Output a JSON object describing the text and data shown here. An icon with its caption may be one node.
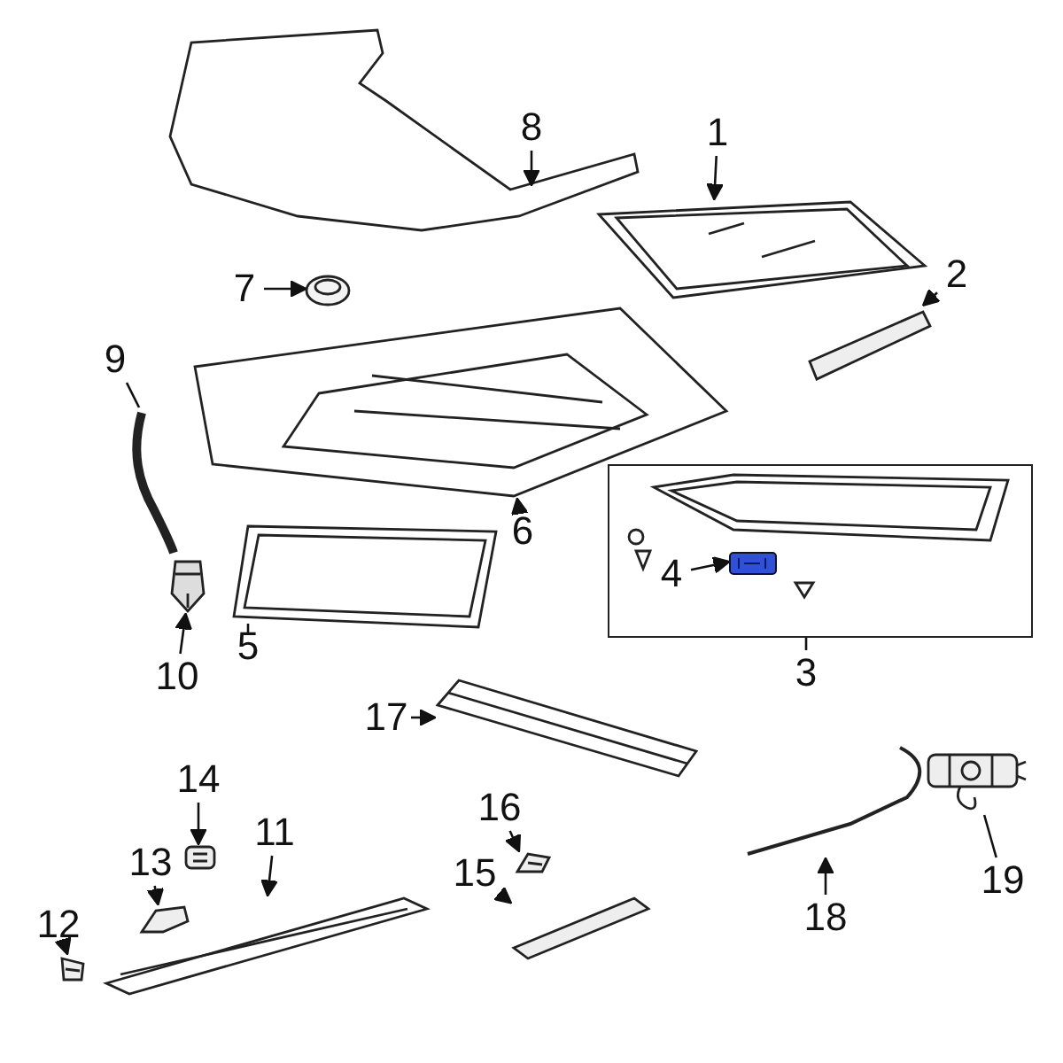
{
  "diagram": {
    "nodes": [
      {
        "text": [
          "1"
        ]
      },
      {
        "text": [
          "2"
        ]
      },
      {
        "text": [
          "3"
        ]
      },
      {
        "text": [
          "4"
        ],
        "in": 21
      },
      {
        "text": [
          "5"
        ]
      },
      {
        "text": [
          "6"
        ]
      },
      {
        "text": [
          "7"
        ]
      },
      {
        "text": [
          "8"
        ]
      },
      {
        "text": [
          "9"
        ]
      },
      {
        "text": [
          "10"
        ]
      },
      {
        "text": [
          "11"
        ]
      },
      {
        "text": [
          "12"
        ]
      },
      {
        "text": [
          "13"
        ]
      },
      {
        "text": [
          "14"
        ]
      },
      {
        "text": [
          "15"
        ]
      },
      {
        "text": [
          "16"
        ]
      },
      {
        "text": [
          "17"
        ]
      },
      {
        "text": [
          "18"
        ]
      },
      {
        "text": [
          "19"
        ]
      },
      {
        "text": [],
        "shape": "picture"
      },
      {
        "text": [],
        "shape": "picture"
      },
      {
        "text": [],
        "shape": "box"
      },
      {
        "text": [],
        "shape": "picture",
        "in": 21
      },
      {
        "text": [],
        "shape": "picture"
      },
      {
        "text": [],
        "shape": "picture"
      },
      {
        "text": [],
        "shape": "picture"
      },
      {
        "text": [],
        "shape": "picture"
      },
      {
        "text": [],
        "shape": "picture"
      },
      {
        "text": [],
        "shape": "picture"
      },
      {
        "text": [],
        "shape": "picture"
      },
      {
        "text": [],
        "shape": "picture"
      },
      {
        "text": [],
        "shape": "picture"
      },
      {
        "text": [],
        "shape": "picture"
      },
      {
        "text": [],
        "shape": "picture"
      },
      {
        "text": [],
        "shape": "picture"
      },
      {
        "text": [],
        "shape": "picture"
      },
      {
        "text": [],
        "shape": "picture"
      },
      {
        "text": [],
        "shape": "picture"
      }
    ],
    "edges": [
      {
        "from": 0,
        "to": 19,
        "arrow": "to"
      },
      {
        "from": 1,
        "to": 20,
        "arrow": "to"
      },
      {
        "from": 2,
        "to": 21,
        "arrow": "none"
      },
      {
        "from": 3,
        "to": 22,
        "arrow": "to"
      },
      {
        "from": 4,
        "to": 23,
        "arrow": "none"
      },
      {
        "from": 5,
        "to": 24,
        "arrow": "to"
      },
      {
        "from": 6,
        "to": 25,
        "arrow": "to"
      },
      {
        "from": 7,
        "to": 26,
        "arrow": "to"
      },
      {
        "from": 8,
        "to": 27,
        "arrow": "none"
      },
      {
        "from": 9,
        "to": 28,
        "arrow": "to"
      },
      {
        "from": 10,
        "to": 29,
        "arrow": "to"
      },
      {
        "from": 11,
        "to": 30,
        "arrow": "to"
      },
      {
        "from": 12,
        "to": 31,
        "arrow": "to"
      },
      {
        "from": 13,
        "to": 32,
        "arrow": "to"
      },
      {
        "from": 14,
        "to": 33,
        "arrow": "to"
      },
      {
        "from": 15,
        "to": 34,
        "arrow": "to"
      },
      {
        "from": 16,
        "to": 35,
        "arrow": "to"
      },
      {
        "from": 17,
        "to": 36,
        "arrow": "to"
      },
      {
        "from": 18,
        "to": 37,
        "arrow": "none"
      }
    ]
  }
}
